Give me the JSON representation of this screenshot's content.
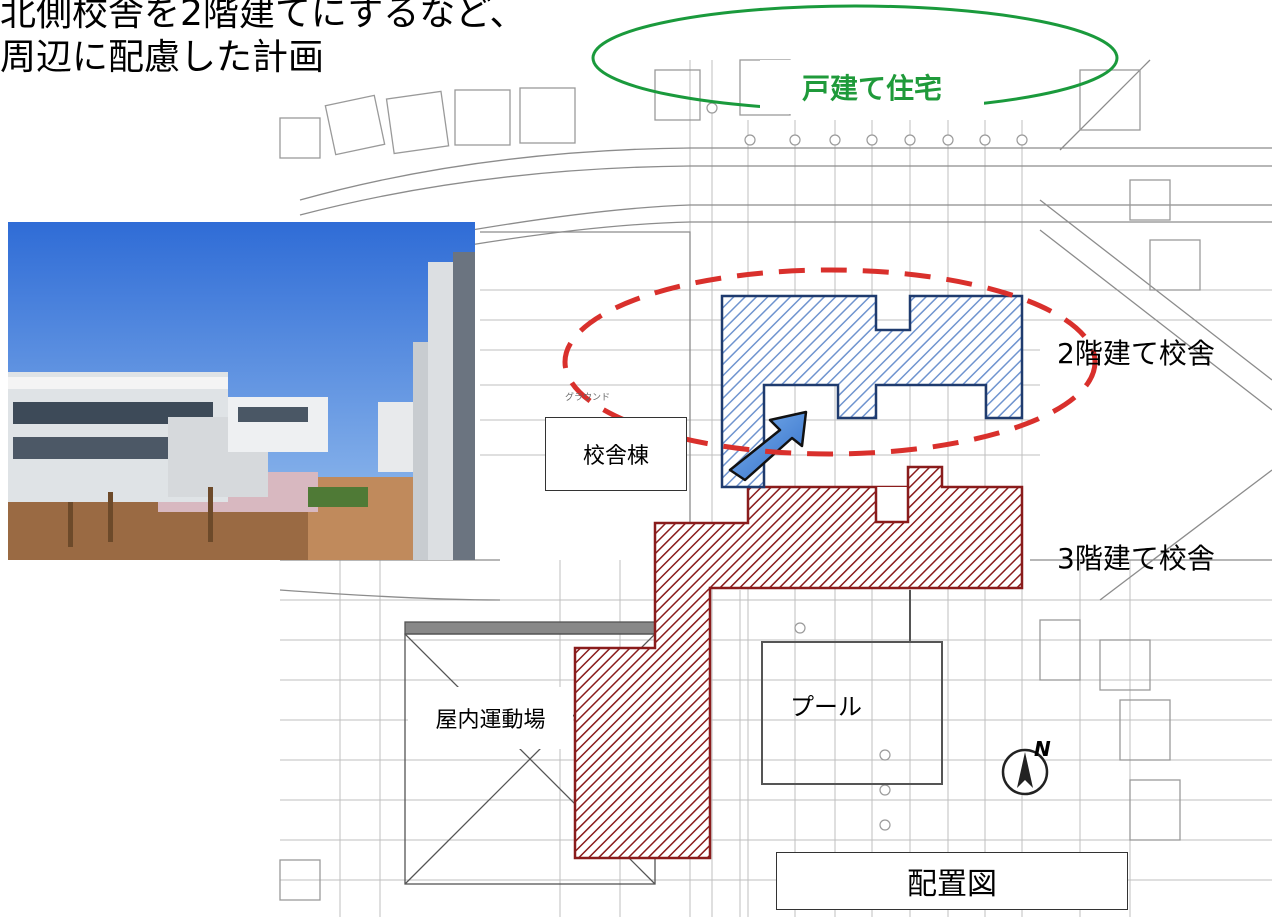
{
  "heading": {
    "line1": "北側校舎を2階建てにするなど、",
    "line2": "周辺に配慮した計画"
  },
  "labels": {
    "houses": "戸建て住宅",
    "two_story": "2階建て校舎",
    "three_story": "3階建て校舎",
    "school_building": "校舎棟",
    "gym": "屋内運動場",
    "pool": "プール",
    "site_plan": "配置図",
    "north": "N",
    "ground": "グラウンド"
  },
  "colors": {
    "green_outline": "#1a9a3c",
    "green_text": "#1f9a3a",
    "blue_building": "#1f3b6e",
    "blue_hatch": "#5c86c4",
    "red_building": "#8a1c1c",
    "red_dash": "#d9302c",
    "arrow_fill": "#3b7fd0"
  }
}
